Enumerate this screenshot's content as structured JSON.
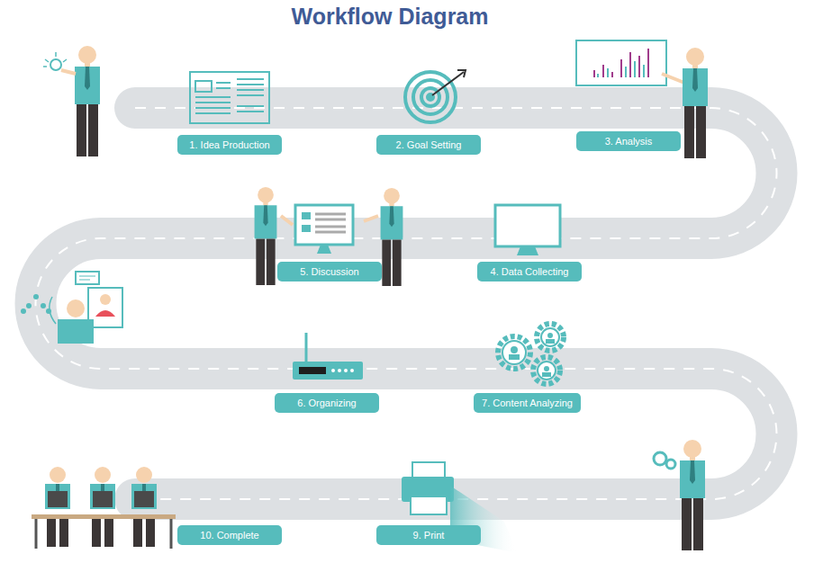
{
  "diagram": {
    "title": "Workflow Diagram",
    "nodes": [
      {
        "text": [
          "1. Idea Production"
        ]
      },
      {
        "text": [
          "2. Goal Setting"
        ]
      },
      {
        "text": [
          "3. Analysis"
        ]
      },
      {
        "text": [
          "4. Data Collecting"
        ]
      },
      {
        "text": [
          "5. Discussion"
        ]
      },
      {
        "text": [
          "6. Organizing"
        ]
      },
      {
        "text": [
          "7. Content Analyzing"
        ]
      },
      {
        "text": [
          "9. Print"
        ]
      },
      {
        "text": [
          "10. Complete"
        ]
      }
    ]
  }
}
